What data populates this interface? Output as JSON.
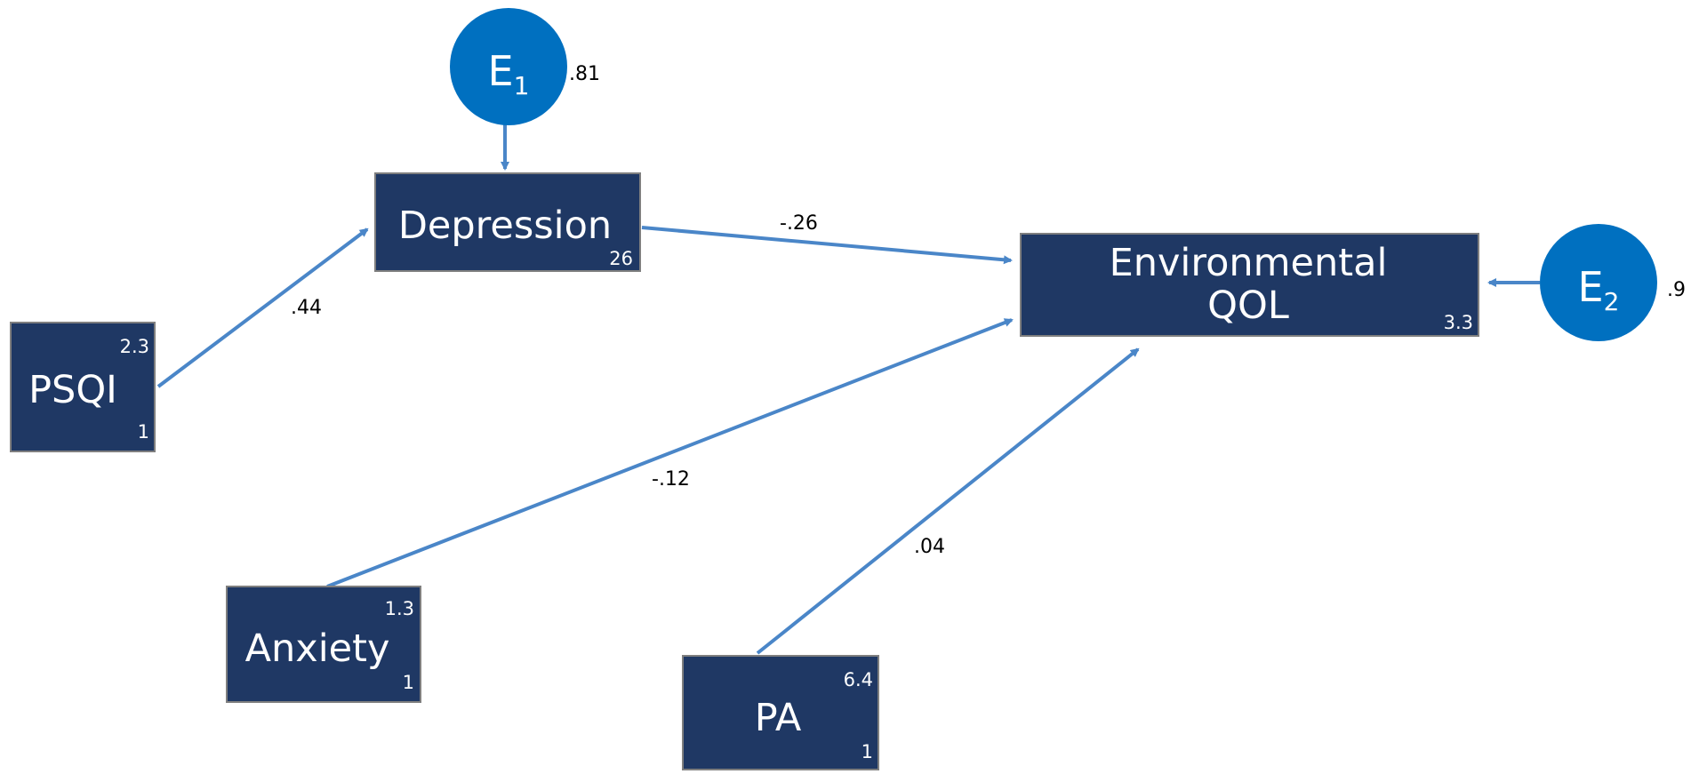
{
  "nodes": {
    "e1": {
      "label": "E",
      "sub": "1",
      "variance": ".81"
    },
    "e2": {
      "label": "E",
      "sub": "2",
      "variance": ".9"
    },
    "depression": {
      "label": "Depression",
      "intercept": "26"
    },
    "environmental_qol": {
      "line1": "Environmental",
      "line2": "QOL",
      "intercept": "3.3"
    },
    "psqi": {
      "label": "PSQI",
      "mean": "2.3",
      "variance": "1"
    },
    "anxiety": {
      "label": "Anxiety",
      "mean": "1.3",
      "variance": "1"
    },
    "pa": {
      "label": "PA",
      "mean": "6.4",
      "variance": "1"
    }
  },
  "paths": {
    "psqi_to_depression": ".44",
    "depression_to_qol": "-.26",
    "anxiety_to_qol": "-.12",
    "pa_to_qol": ".04"
  },
  "colors": {
    "box_fill": "#1f3864",
    "error_fill": "#0070c0",
    "arrow": "#4a86c8"
  }
}
